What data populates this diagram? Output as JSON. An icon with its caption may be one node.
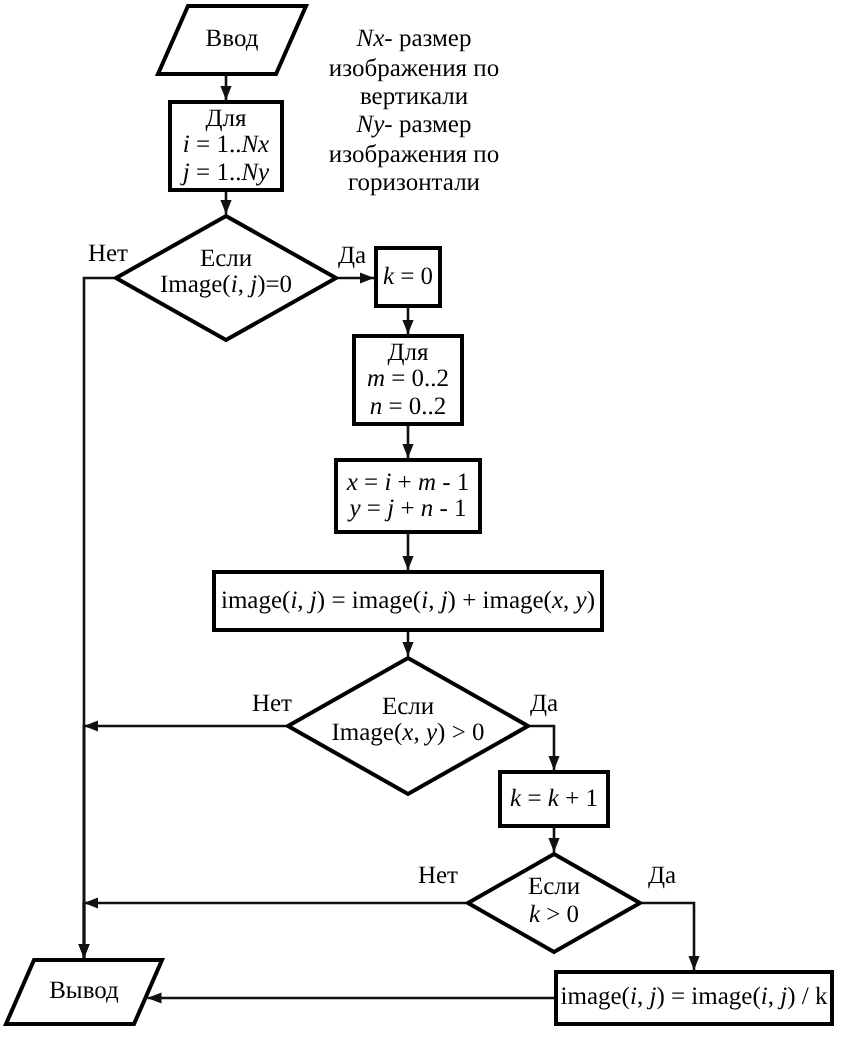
{
  "diagram": {
    "nodes": [
      {
        "text": [
          "Ввод"
        ]
      },
      {
        "text": [
          "Для",
          "*i* = 1..*Nx*",
          "*j* = 1..*Ny*"
        ]
      },
      {
        "text": [
          "Если",
          "Image(*i*, *j*)=0"
        ]
      },
      {
        "text": [
          "*k* = 0"
        ]
      },
      {
        "text": [
          "Для",
          "*m* = 0..2",
          "*n* = 0..2"
        ]
      },
      {
        "text": [
          "*x* = *i* + *m* - 1",
          "*y* = *j* + *n* - 1"
        ]
      },
      {
        "text": [
          "image(*i*, *j*) = image(*i*, *j*) + image(*x*, *y*)"
        ]
      },
      {
        "text": [
          "Если",
          "Image(*x*, *y*) > 0"
        ]
      },
      {
        "text": [
          "*k* = *k* + 1"
        ]
      },
      {
        "text": [
          "Если",
          "*k* > 0"
        ]
      },
      {
        "text": [
          "image(*i*, *j*) = image(*i*, *j*) / k"
        ]
      },
      {
        "text": [
          "Вывод"
        ]
      }
    ],
    "edges": [
      {
        "from": 0,
        "to": 1,
        "arrow": "to"
      },
      {
        "from": 1,
        "to": 2,
        "arrow": "to"
      },
      {
        "from": 2,
        "to": 3,
        "arrow": "to",
        "label": "Да"
      },
      {
        "from": 2,
        "to": 11,
        "arrow": "to",
        "label": "Нет"
      },
      {
        "from": 3,
        "to": 4,
        "arrow": "to"
      },
      {
        "from": 4,
        "to": 5,
        "arrow": "to"
      },
      {
        "from": 5,
        "to": 6,
        "arrow": "to"
      },
      {
        "from": 6,
        "to": 7,
        "arrow": "to"
      },
      {
        "from": 7,
        "to": 8,
        "arrow": "to",
        "label": "Да"
      },
      {
        "from": 7,
        "to": 11,
        "arrow": "to",
        "label": "Нет"
      },
      {
        "from": 8,
        "to": 9,
        "arrow": "to"
      },
      {
        "from": 9,
        "to": 10,
        "arrow": "to",
        "label": "Да"
      },
      {
        "from": 9,
        "to": 11,
        "arrow": "to",
        "label": "Нет"
      },
      {
        "from": 10,
        "to": 11,
        "arrow": "to"
      }
    ],
    "labels": [
      "*Nx*- размер изображения по вертикали",
      "*Ny*- размер изображения по горизонтали"
    ]
  }
}
